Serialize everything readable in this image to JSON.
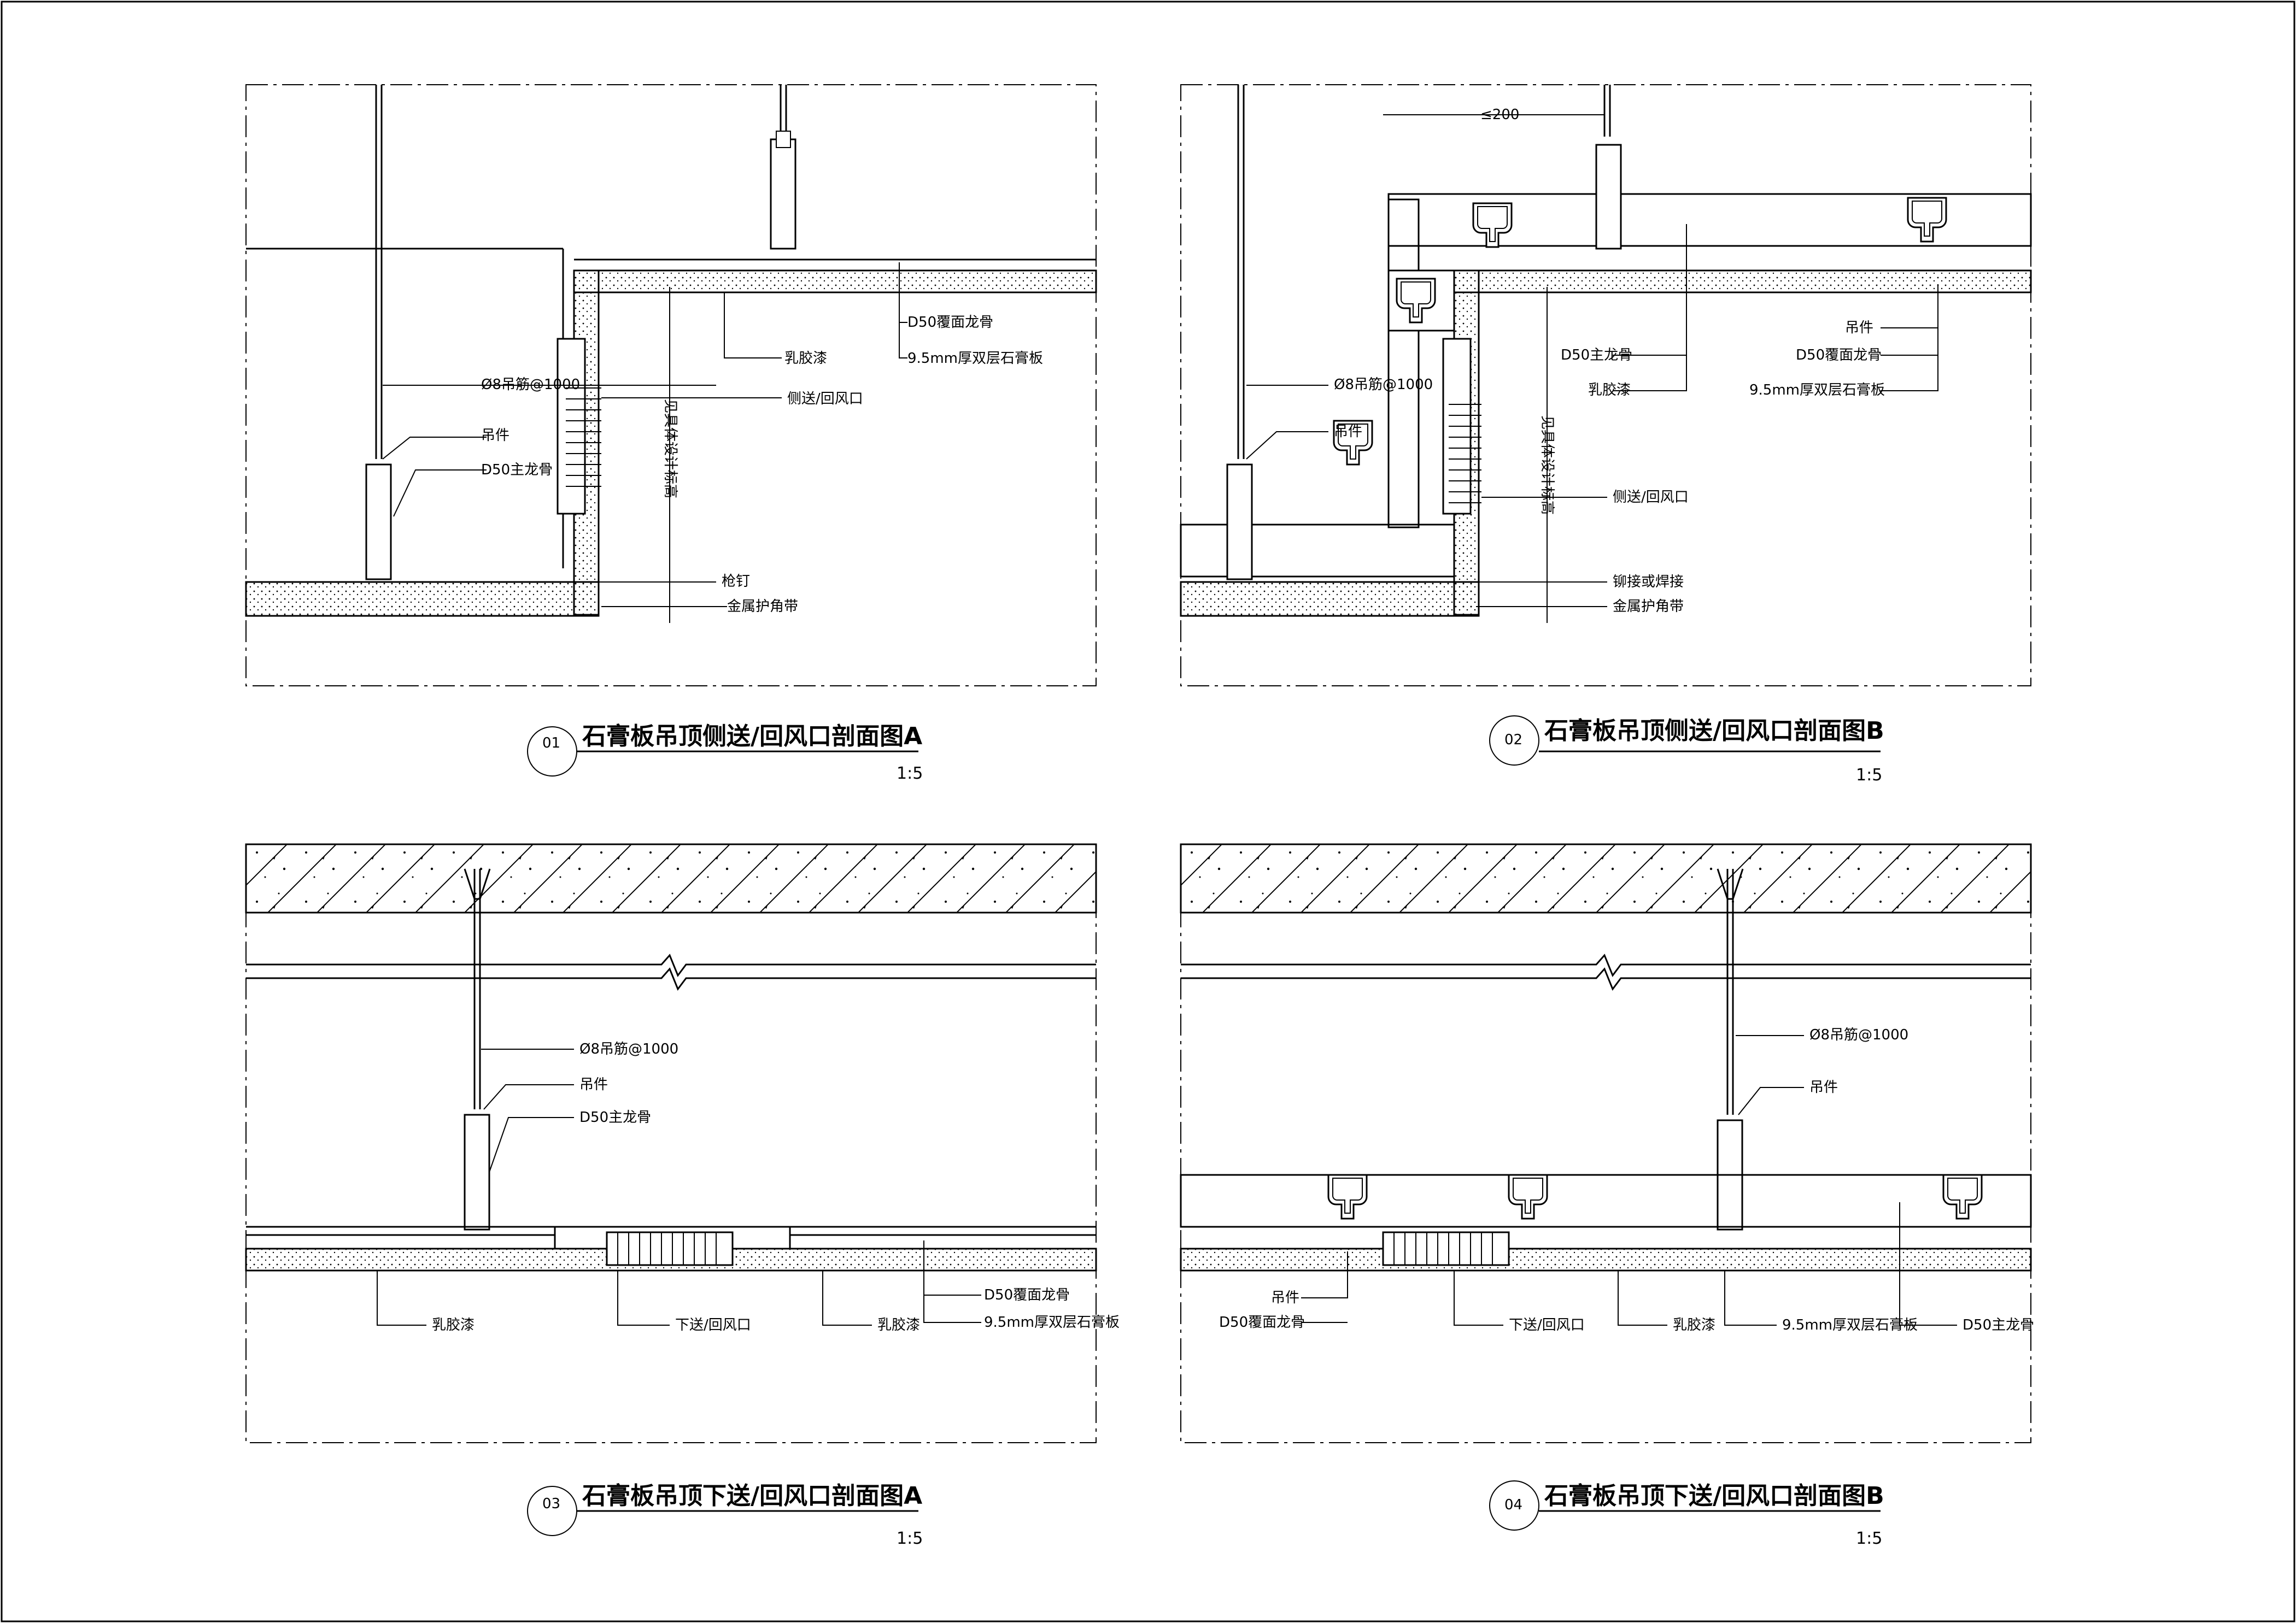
{
  "details": [
    {
      "number": "01",
      "title": "石膏板吊顶侧送/回风口剖面图A",
      "scale": "1:5",
      "labels": {
        "rod": "Ø8吊筋@1000",
        "hanger": "吊件",
        "main_keel": "D50主龙骨",
        "latex": "乳胶漆",
        "cover_keel": "D50覆面龙骨",
        "board": "9.5mm厚双层石膏板",
        "vent": "侧送/回风口",
        "design_height": "见具体设计标高",
        "nail": "枪钉",
        "corner": "金属护角带"
      }
    },
    {
      "number": "02",
      "title": "石膏板吊顶侧送/回风口剖面图B",
      "scale": "1:5",
      "labels": {
        "spacing": "≤200",
        "hanger": "吊件",
        "cover_keel": "D50覆面龙骨",
        "board": "9.5mm厚双层石膏板",
        "main_keel": "D50主龙骨",
        "latex": "乳胶漆",
        "rod": "Ø8吊筋@1000",
        "hanger_left": "吊件",
        "vent": "侧送/回风口",
        "design_height": "见具体设计标高",
        "rivet": "铆接或焊接",
        "corner": "金属护角带"
      }
    },
    {
      "number": "03",
      "title": "石膏板吊顶下送/回风口剖面图A",
      "scale": "1:5",
      "labels": {
        "rod": "Ø8吊筋@1000",
        "hanger": "吊件",
        "main_keel": "D50主龙骨",
        "latex_left": "乳胶漆",
        "vent": "下送/回风口",
        "latex_right": "乳胶漆",
        "cover_keel": "D50覆面龙骨",
        "board": "9.5mm厚双层石膏板"
      }
    },
    {
      "number": "04",
      "title": "石膏板吊顶下送/回风口剖面图B",
      "scale": "1:5",
      "labels": {
        "rod": "Ø8吊筋@1000",
        "hanger": "吊件",
        "hanger_low": "吊件",
        "cover_keel": "D50覆面龙骨",
        "vent": "下送/回风口",
        "latex": "乳胶漆",
        "board": "9.5mm厚双层石膏板",
        "main_keel": "D50主龙骨"
      }
    }
  ]
}
